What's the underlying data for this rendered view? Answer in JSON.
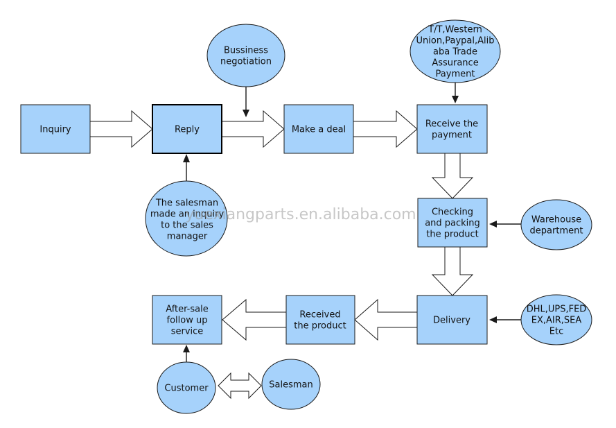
{
  "nodes": {
    "inquiry": [
      "Inquiry"
    ],
    "reply": [
      "Reply"
    ],
    "make_deal": [
      "Make a deal"
    ],
    "receive_payment": [
      "Receive the",
      "payment"
    ],
    "checking_packing": [
      "Checking",
      "and packing",
      "the product"
    ],
    "delivery": [
      "Delivery"
    ],
    "received_product": [
      "Received",
      "the product"
    ],
    "after_sale": [
      "After-sale",
      "follow up",
      "service"
    ],
    "negotiation": [
      "Bussiness",
      "negotiation"
    ],
    "payment_methods": [
      "T/T,Western",
      "Union,Paypal,Alib",
      "aba Trade",
      "Assurance",
      "Payment"
    ],
    "salesman_inquiry": [
      "The salesman",
      "made an inquiry",
      "to the sales",
      "manager"
    ],
    "warehouse": [
      "Warehouse",
      "department"
    ],
    "shipping": [
      "DHL,UPS,FED",
      "EX,AIR,SEA",
      "Etc"
    ],
    "customer": [
      "Customer"
    ],
    "salesman": [
      "Salesman"
    ]
  },
  "watermark": "yuexiangparts.en.alibaba.com",
  "colors": {
    "box_fill": "#a6d2fb",
    "stroke": "#1a1a1a",
    "arrow_fill": "#ffffff"
  }
}
